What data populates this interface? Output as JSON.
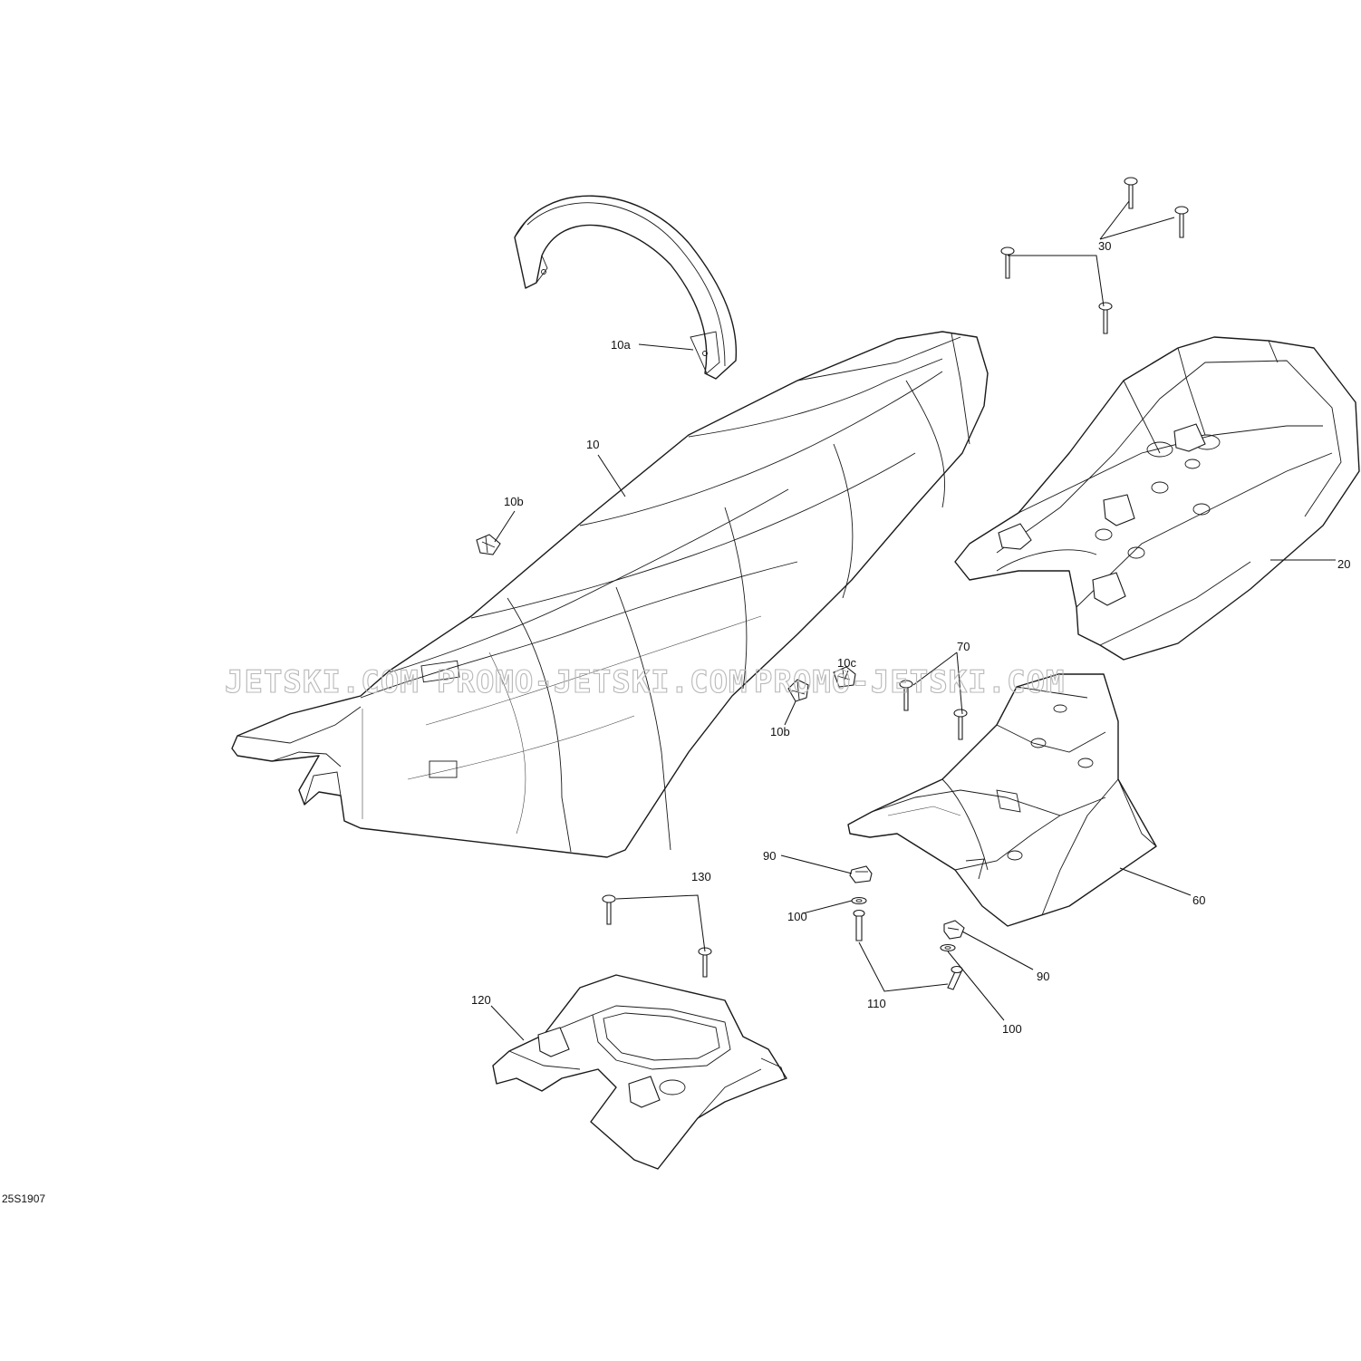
{
  "drawing_number": "25S1907",
  "watermarks": [
    "JETSKI.COM",
    "PROMO-JETSKI.COM",
    "PROMO-JETSKI.COM"
  ],
  "callouts": {
    "c10": "10",
    "c10a": "10a",
    "c10b_left": "10b",
    "c10b_mid": "10b",
    "c10c": "10c",
    "c20": "20",
    "c30": "30",
    "c60": "60",
    "c70": "70",
    "c90_a": "90",
    "c90_b": "90",
    "c100_a": "100",
    "c100_b": "100",
    "c110": "110",
    "c120": "120",
    "c130": "130"
  },
  "colors": {
    "line": "#1a1a1a",
    "watermark": "#b8b8b8",
    "background": "#ffffff"
  }
}
